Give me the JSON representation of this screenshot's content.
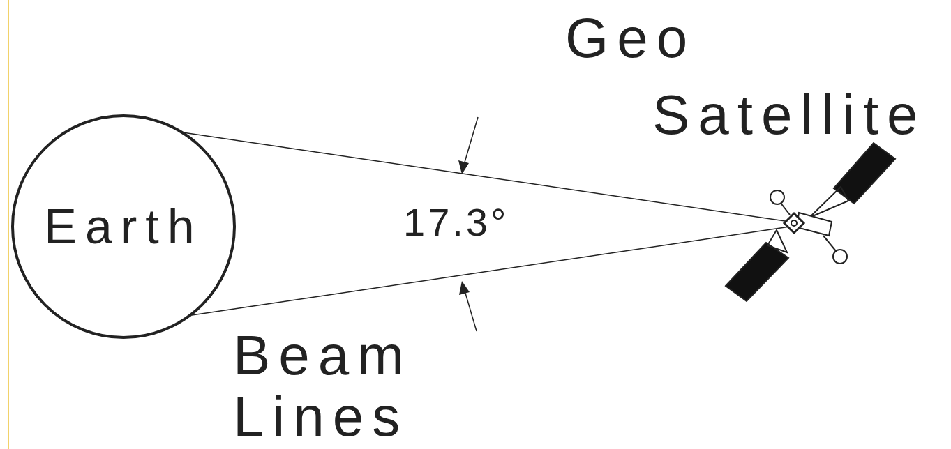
{
  "diagram": {
    "nodes": [
      {
        "text": [
          "Earth"
        ]
      }
    ],
    "labels": [
      "Geo Satellite",
      "17.3°",
      "Beam Lines"
    ]
  }
}
